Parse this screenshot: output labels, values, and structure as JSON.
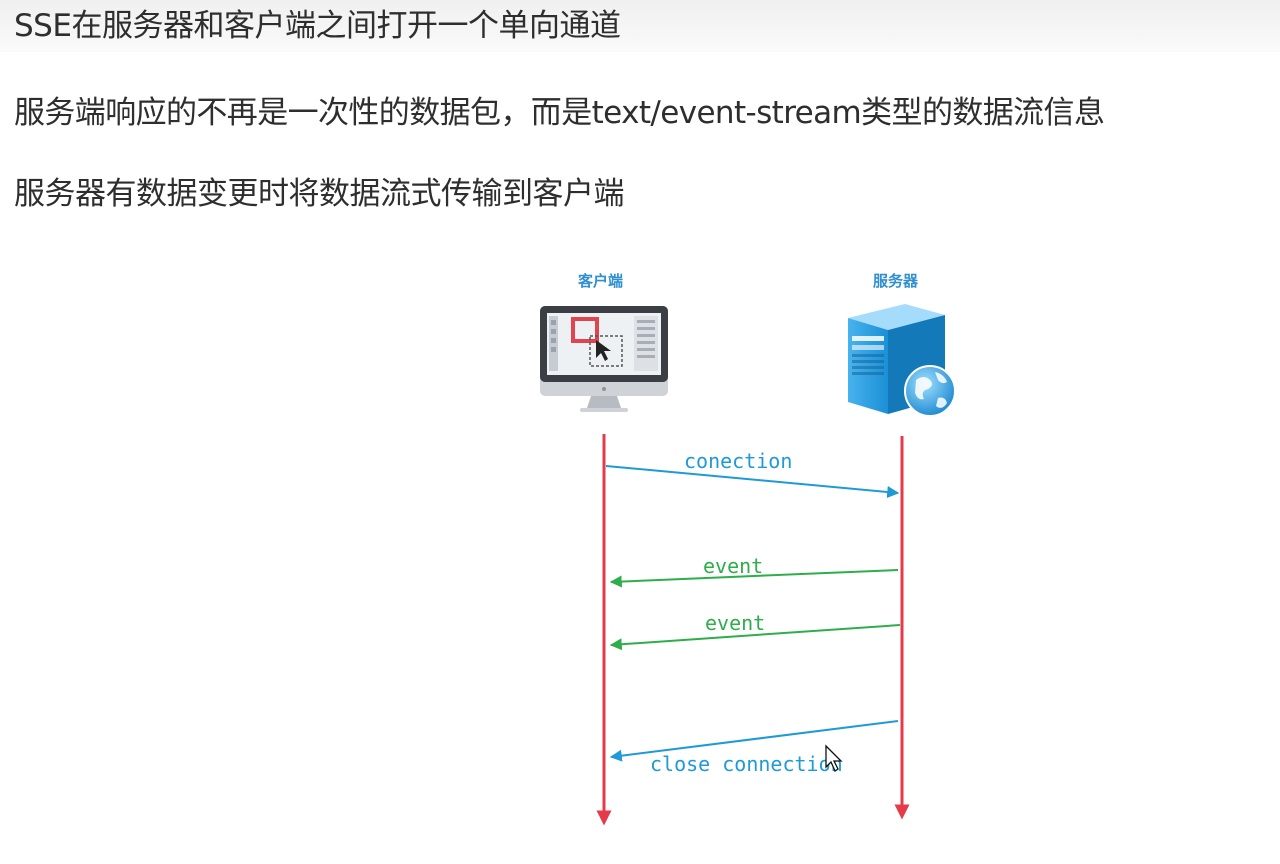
{
  "slide": {
    "lines": [
      "SSE在服务器和客户端之间打开一个单向通道",
      "服务端响应的不再是一次性的数据包，而是text/event-stream类型的数据流信息",
      "服务器有数据变更时将数据流式传输到客户端"
    ]
  },
  "diagram": {
    "actors": {
      "client": {
        "label": "客户端",
        "icon": "computer-monitor-icon"
      },
      "server": {
        "label": "服务器",
        "icon": "server-tower-icon"
      }
    },
    "messages": [
      {
        "label": "conection",
        "direction": "client-to-server",
        "color": "#1e9ad6"
      },
      {
        "label": "event",
        "direction": "server-to-client",
        "color": "#2eae4a"
      },
      {
        "label": "event",
        "direction": "server-to-client",
        "color": "#2eae4a"
      },
      {
        "label": "close connection",
        "direction": "server-to-client",
        "color": "#1e9ad6"
      }
    ],
    "lifeline_color": "#e53a4a"
  }
}
